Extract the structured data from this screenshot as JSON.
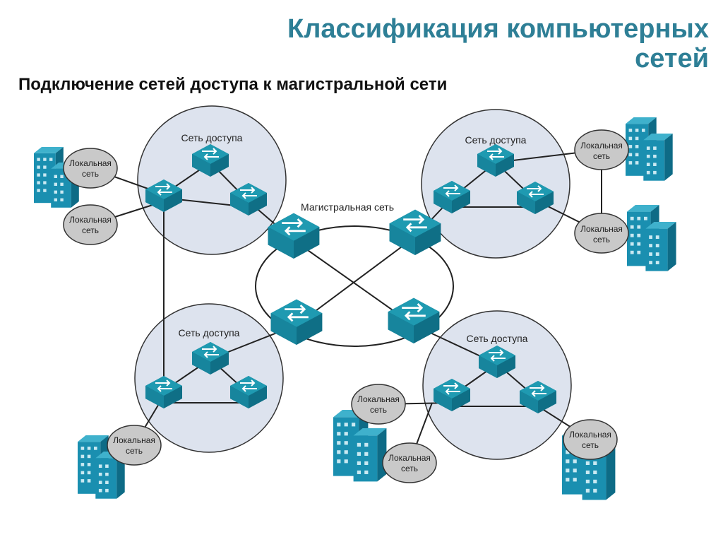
{
  "title": "Классификация компьютерных сетей",
  "subtitle": "Подключение сетей доступа к магистральной сети",
  "diagram": {
    "backbone_label": "Магистральная сеть",
    "access_network_label": "Сеть доступа",
    "local_network_label_line1": "Локальная",
    "local_network_label_line2": "сеть",
    "icons": {
      "switch": "network-switch-icon",
      "building": "office-building-icon"
    },
    "colors": {
      "title": "#2e7f96",
      "switch_top": "#1f9ab1",
      "switch_side": "#0f6f86",
      "access_cloud": "#dde3ee",
      "lan_oval": "#c9c9c9",
      "building": "#1a8fb0",
      "line": "#222222"
    }
  }
}
